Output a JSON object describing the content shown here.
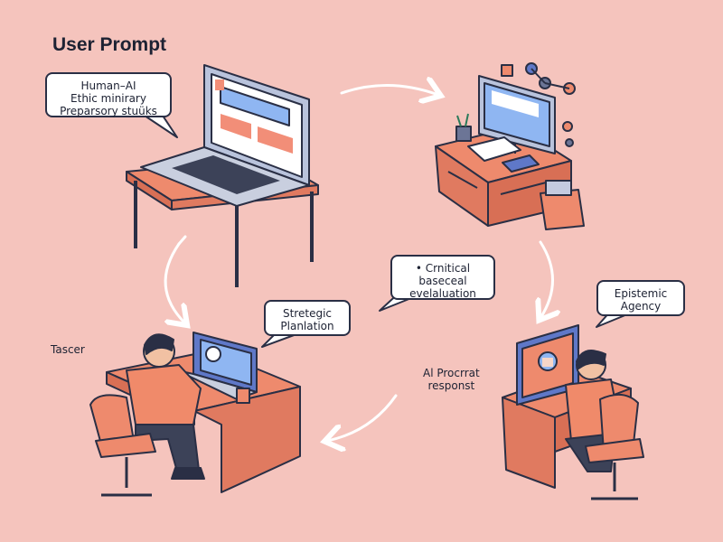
{
  "title": "User Prompt",
  "bubbles": {
    "human_ai": [
      "Human–AI",
      "Ethic minirary",
      "Preparsory stuüks"
    ],
    "critical": [
      "• Crnitical",
      "baseceal",
      "evelaluation"
    ],
    "strategic": [
      "Stretegic",
      "Planlation"
    ],
    "epistemic": [
      "Epistemic",
      "Agency"
    ]
  },
  "labels": {
    "tascer": "Tascer",
    "ai_response": [
      "Al Procrrat",
      "responst"
    ]
  },
  "colors": {
    "background": "#f5c4bd",
    "accent_orange": "#ee8a6d",
    "outline": "#2a2f45",
    "screen_blue": "#8fb6f2"
  }
}
